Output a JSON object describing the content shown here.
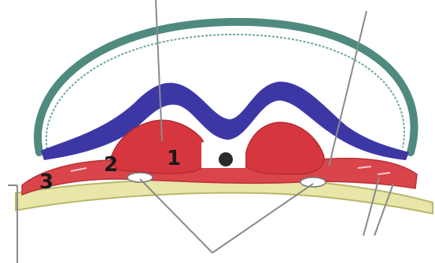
{
  "figure": {
    "labels": [
      {
        "id": "label-1",
        "text": "1"
      },
      {
        "id": "label-2",
        "text": "2"
      },
      {
        "id": "label-3",
        "text": "3"
      }
    ],
    "colors": {
      "background": "#ffffff",
      "outer_shell": "#4f8a7f",
      "inner_band": "#3d37a6",
      "red_mass": "#d6373f",
      "red_layer": "#d9454a",
      "yellow_layer": "#e8e6a8",
      "yellow_outline": "#b8b86a",
      "center_dot": "#2a2a2a",
      "leader_lines": "#8a8a8a"
    }
  }
}
